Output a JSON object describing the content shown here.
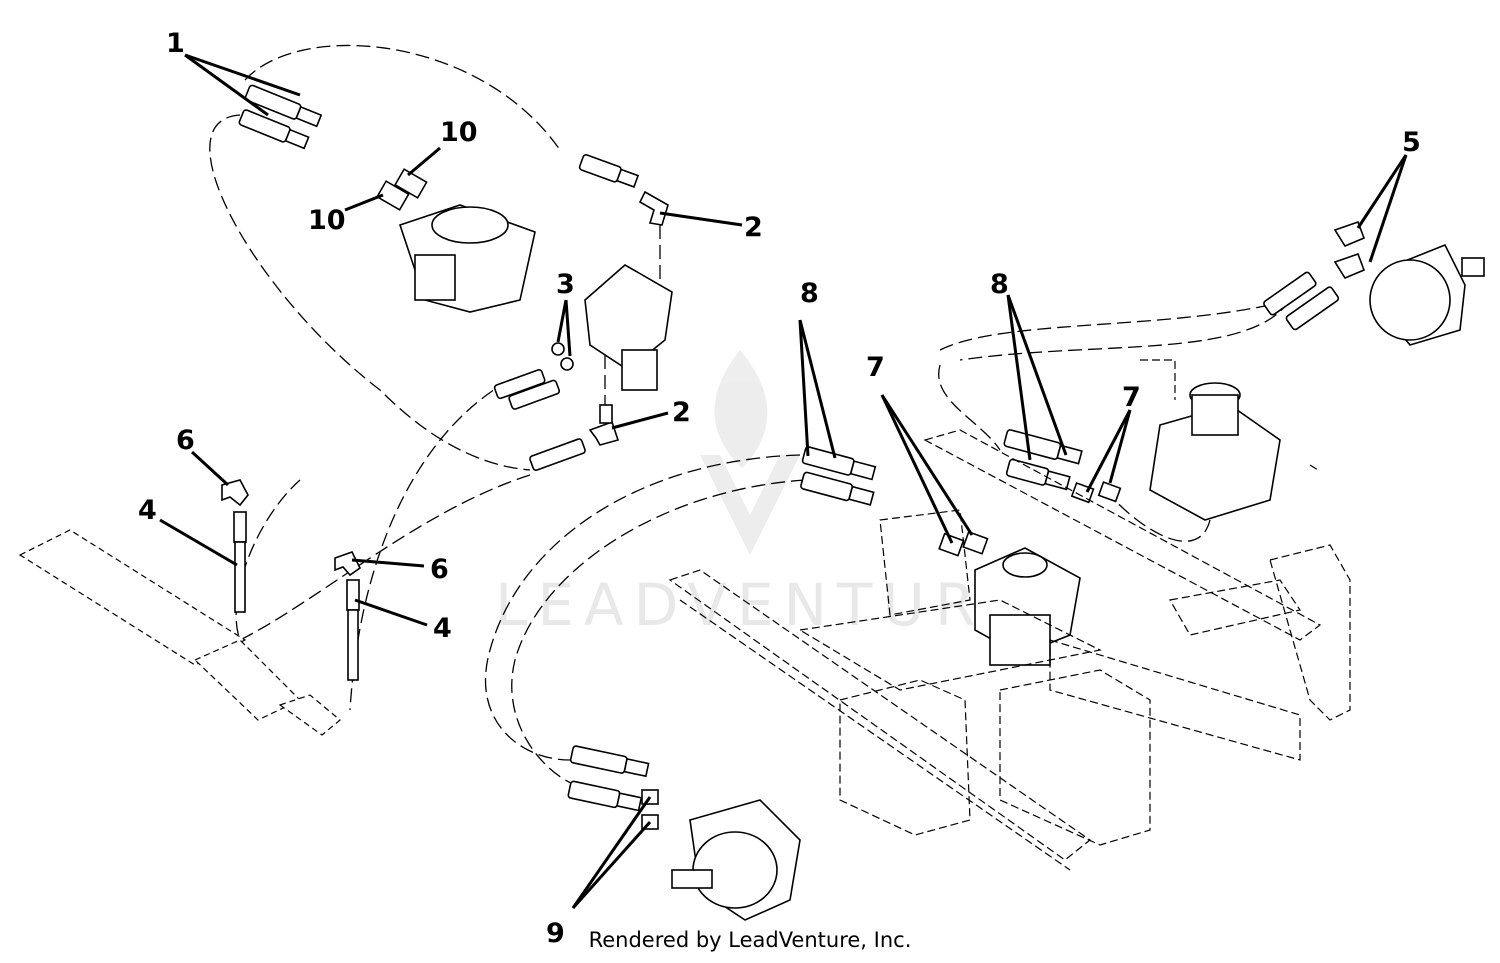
{
  "diagram": {
    "callouts": {
      "c1": "1",
      "c10a": "10",
      "c10b": "10",
      "c2a": "2",
      "c2b": "2",
      "c3": "3",
      "c5": "5",
      "c6a": "6",
      "c6b": "6",
      "c4a": "4",
      "c4b": "4",
      "c8a": "8",
      "c8b": "8",
      "c7a": "7",
      "c7b": "7",
      "c9": "9"
    },
    "watermark": "LEADVENTURE",
    "credit": "Rendered by LeadVenture, Inc."
  }
}
